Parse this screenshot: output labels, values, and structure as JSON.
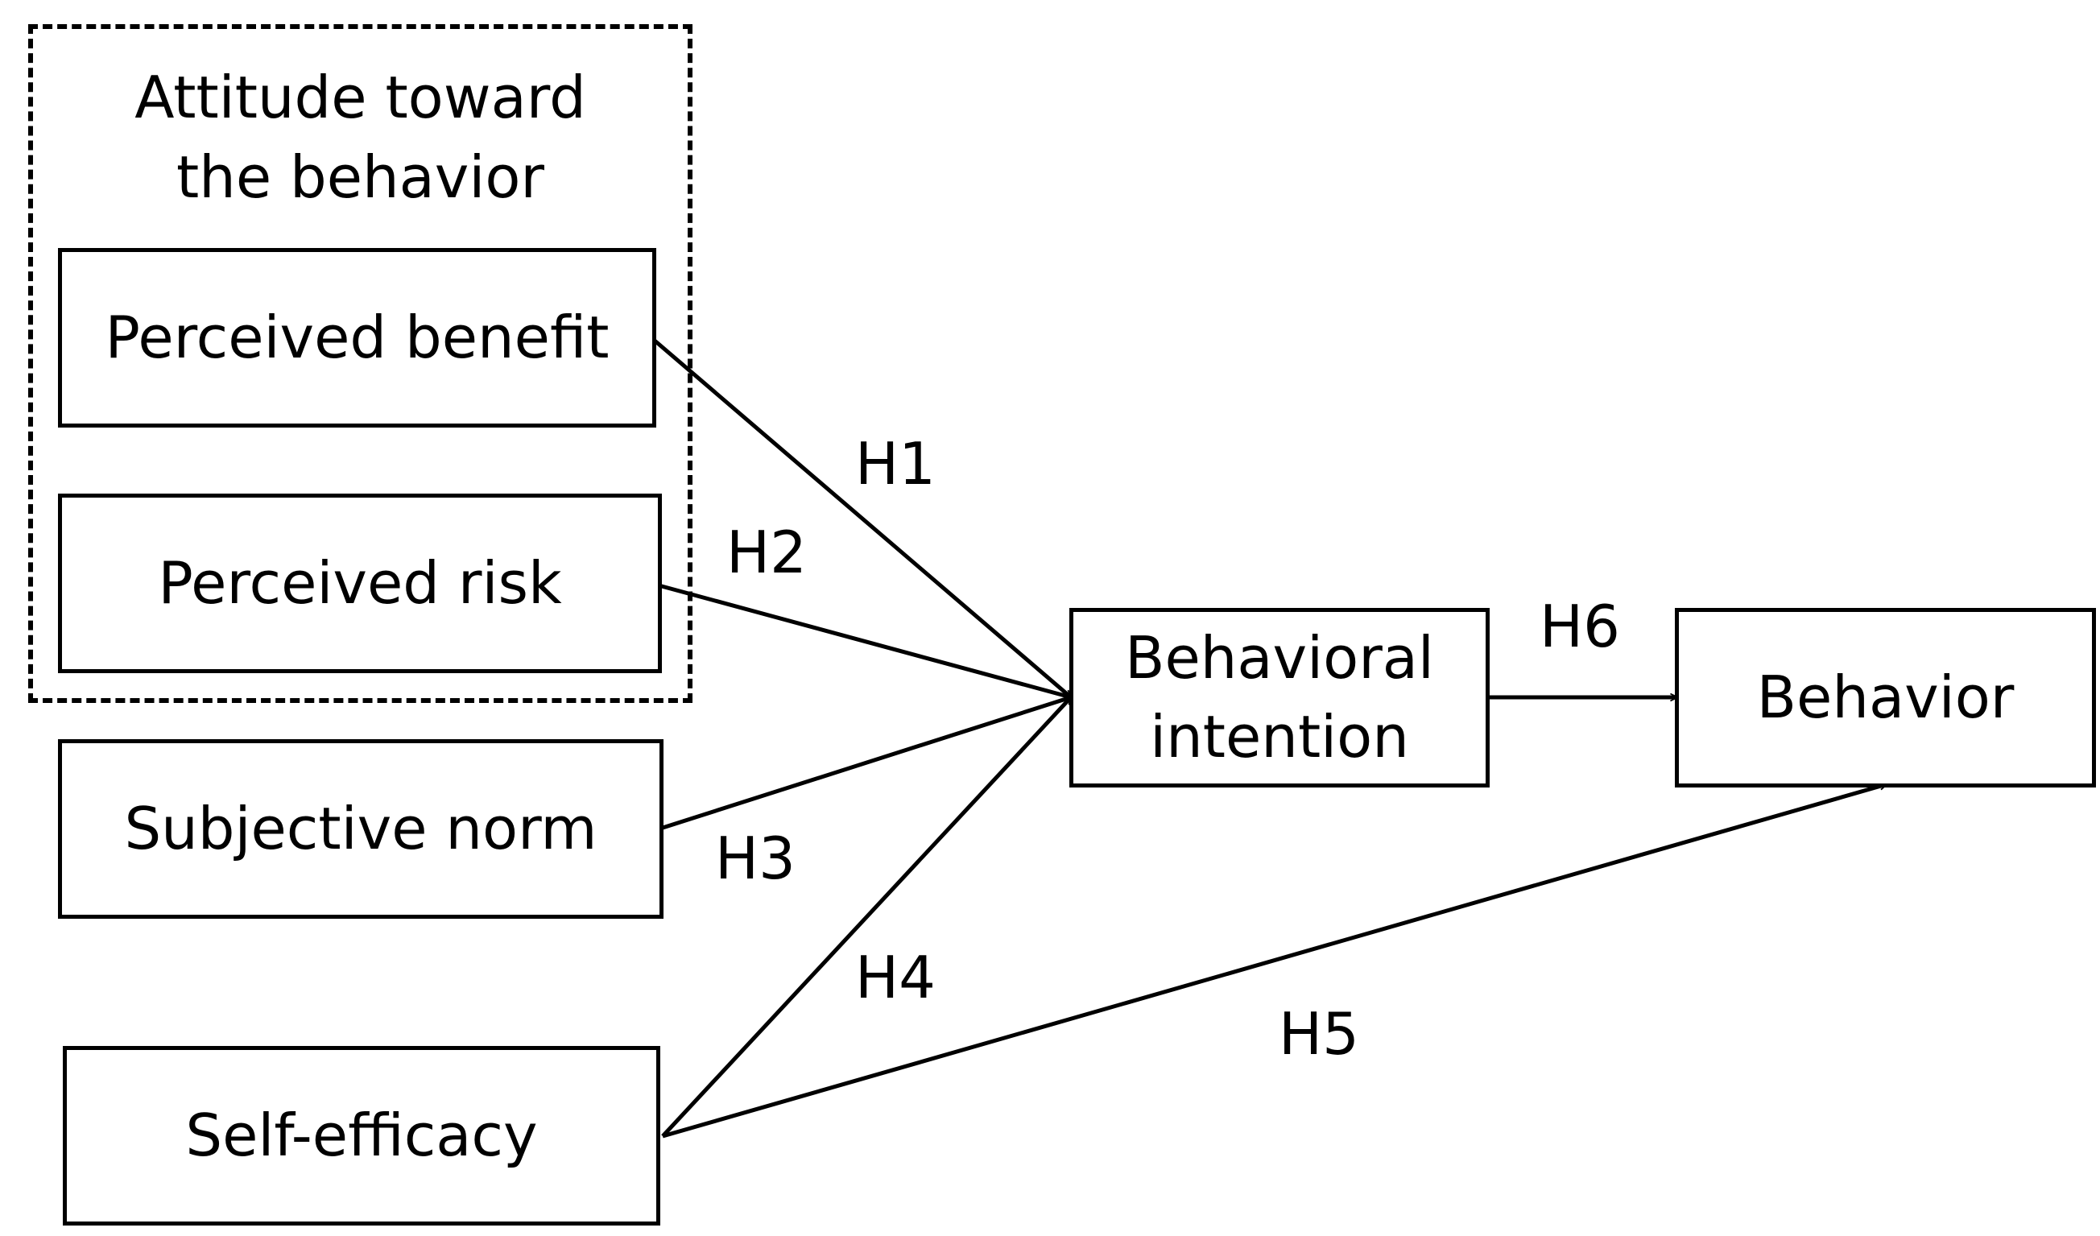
{
  "diagram": {
    "group": {
      "title": "Attitude toward\nthe behavior"
    },
    "nodes": {
      "perceived_benefit": "Perceived benefit",
      "perceived_risk": "Perceived risk",
      "subjective_norm": "Subjective norm",
      "self_efficacy": "Self-efficacy",
      "behavioral_intention": "Behavioral\nintention",
      "behavior": "Behavior"
    },
    "hypotheses": {
      "h1": "H1",
      "h2": "H2",
      "h3": "H3",
      "h4": "H4",
      "h5": "H5",
      "h6": "H6"
    },
    "edges": [
      {
        "from": "perceived_benefit",
        "to": "behavioral_intention",
        "label": "h1"
      },
      {
        "from": "perceived_risk",
        "to": "behavioral_intention",
        "label": "h2"
      },
      {
        "from": "subjective_norm",
        "to": "behavioral_intention",
        "label": "h3"
      },
      {
        "from": "self_efficacy",
        "to": "behavioral_intention",
        "label": "h4"
      },
      {
        "from": "self_efficacy",
        "to": "behavior",
        "label": "h5"
      },
      {
        "from": "behavioral_intention",
        "to": "behavior",
        "label": "h6"
      }
    ]
  }
}
